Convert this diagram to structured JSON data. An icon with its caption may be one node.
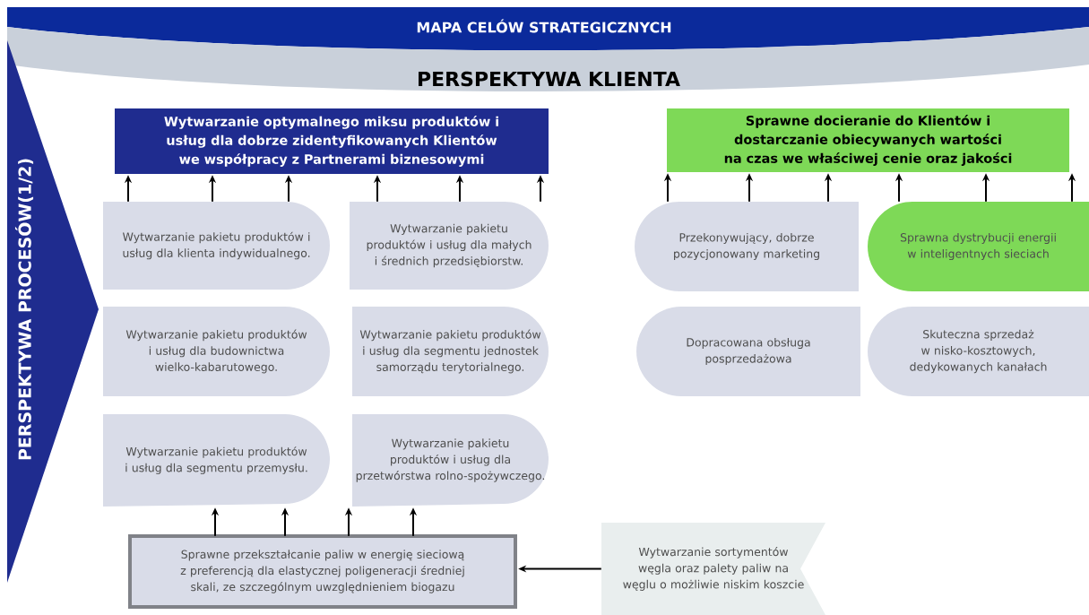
{
  "diagram": {
    "title": "MAPA CELÓW STRATEGICZNYCH",
    "nodes": [
      {
        "text": [
          "Wytwarzanie optymalnego miksu produktów i usług dla dobrze zidentyfikowanych Klientów we współpracy z Partnerami biznesowymi"
        ]
      },
      {
        "text": [
          "Sprawne docieranie do Klientów i dostarczanie obiecywanych wartości na czas we właściwej cenie oraz jakości"
        ]
      },
      {
        "text": [
          "Wytwarzanie pakietu produktów i usług dla klienta indywidualnego."
        ]
      },
      {
        "text": [
          "Wytwarzanie pakietu produktów i usług dla małych i średnich przedsiębiorstw."
        ]
      },
      {
        "text": [
          "Przekonywujący, dobrze pozycjonowany marketing"
        ]
      },
      {
        "text": [
          "Sprawna dystrybucji energii w inteligentnych sieciach"
        ]
      },
      {
        "text": [
          "Wytwarzanie pakietu produktów i usług dla budownictwa wielko-kabarutowego."
        ]
      },
      {
        "text": [
          "Wytwarzanie pakietu produktów i usług dla segmentu jednostek samorządu terytorialnego."
        ]
      },
      {
        "text": [
          "Dopracowana obsługa posprzedażowa"
        ]
      },
      {
        "text": [
          "Skuteczna sprzedaż w nisko-kosztowych, dedykowanych kanałach"
        ]
      },
      {
        "text": [
          "Wytwarzanie pakietu produktów i usług dla segmentu przemysłu."
        ]
      },
      {
        "text": [
          "Wytwarzanie pakietu produktów i usług dla przetwórstwa rolno-spożywczego."
        ]
      },
      {
        "text": [
          "Sprawne przekształcanie paliw w energię sieciową z preferencją dla elastycznej poligeneracji średniej skali, ze szczególnym uwzględnieniem biogazu"
        ]
      },
      {
        "text": [
          "Wytwarzanie sortymentów węgla oraz palety paliw na węglu o możliwie niskim koszcie"
        ]
      }
    ],
    "edges": [
      {
        "from": 2,
        "to": 0,
        "arrow": "to"
      },
      {
        "from": 2,
        "to": 0,
        "arrow": "to"
      },
      {
        "from": 2,
        "to": 0,
        "arrow": "to"
      },
      {
        "from": 3,
        "to": 0,
        "arrow": "to"
      },
      {
        "from": 3,
        "to": 0,
        "arrow": "to"
      },
      {
        "from": 3,
        "to": 0,
        "arrow": "to"
      },
      {
        "from": 4,
        "to": 1,
        "arrow": "to"
      },
      {
        "from": 4,
        "to": 1,
        "arrow": "to"
      },
      {
        "from": 4,
        "to": 1,
        "arrow": "to"
      },
      {
        "from": 5,
        "to": 1,
        "arrow": "to"
      },
      {
        "from": 5,
        "to": 1,
        "arrow": "to"
      },
      {
        "from": 5,
        "to": 1,
        "arrow": "to"
      },
      {
        "from": 12,
        "to": 10,
        "arrow": "to"
      },
      {
        "from": 12,
        "to": 10,
        "arrow": "to"
      },
      {
        "from": 12,
        "to": 11,
        "arrow": "to"
      },
      {
        "from": 12,
        "to": 11,
        "arrow": "to"
      },
      {
        "from": 13,
        "to": 12,
        "arrow": "to"
      }
    ],
    "labels": [
      "PERSPEKTYWA KLIENTA",
      "PERSPEKTYWA PROCESÓW(1/2)"
    ]
  }
}
